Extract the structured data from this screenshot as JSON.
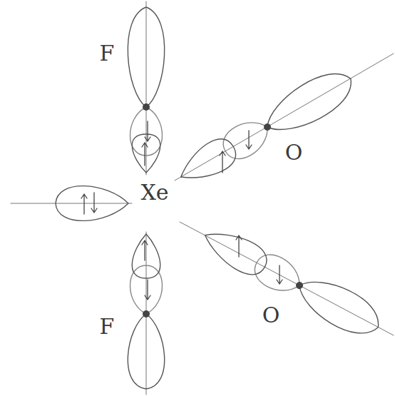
{
  "diagram": {
    "labels": [
      "F",
      "O",
      "Xe",
      "O",
      "F"
    ]
  }
}
